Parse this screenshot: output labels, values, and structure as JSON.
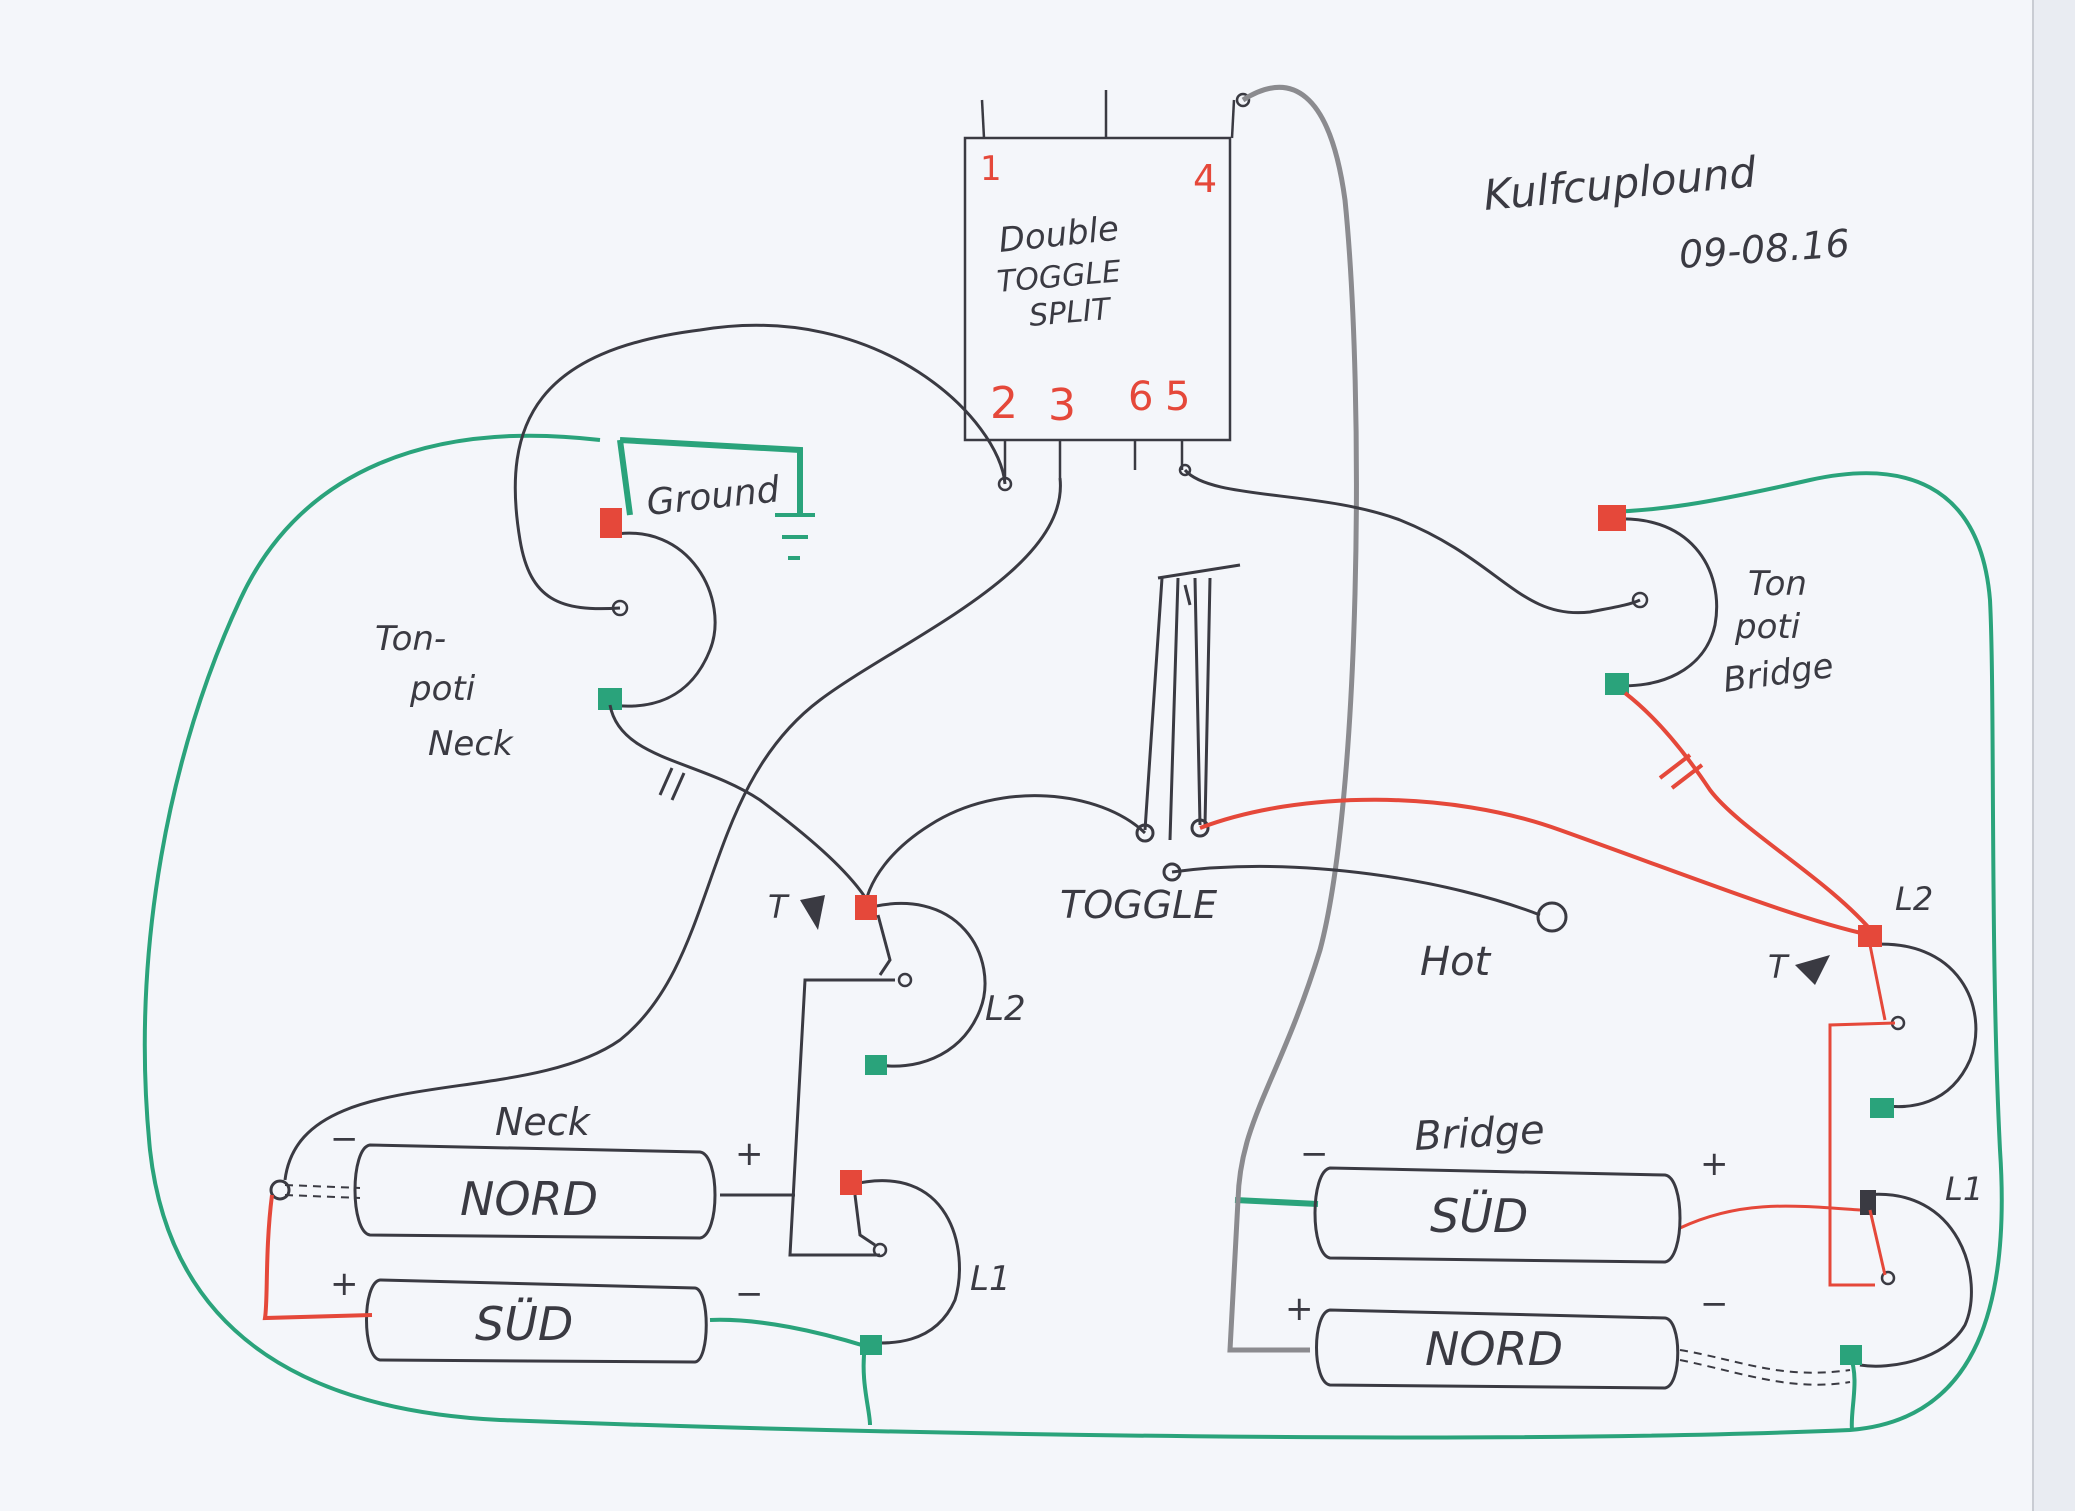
{
  "header": {
    "author": "Kulfcuplound",
    "date": "09-08.16"
  },
  "switch": {
    "name_line1": "Double",
    "name_line2": "TOGGLE",
    "name_line3": "SPLIT",
    "pin1": "1",
    "pin4": "4",
    "pin2": "2",
    "pin3": "3",
    "pin6": "6",
    "pin5": "5"
  },
  "labels": {
    "ground": "Ground",
    "tone_neck_1": "Ton-",
    "tone_neck_2": "poti",
    "tone_neck_3": "Neck",
    "tone_bridge_1": "Ton",
    "tone_bridge_2": "poti",
    "tone_bridge_3": "Bridge",
    "toggle": "TOGGLE",
    "hot": "Hot",
    "neck": "Neck",
    "bridge": "Bridge",
    "nord": "NORD",
    "sud": "SÜD",
    "l1": "L1",
    "l2": "L2",
    "t": "T",
    "plus": "+",
    "minus": "−"
  },
  "colors": {
    "pencil": "#3a3a42",
    "red": "#e5483a",
    "green": "#2aa37b",
    "grey": "#8b8b8f"
  }
}
